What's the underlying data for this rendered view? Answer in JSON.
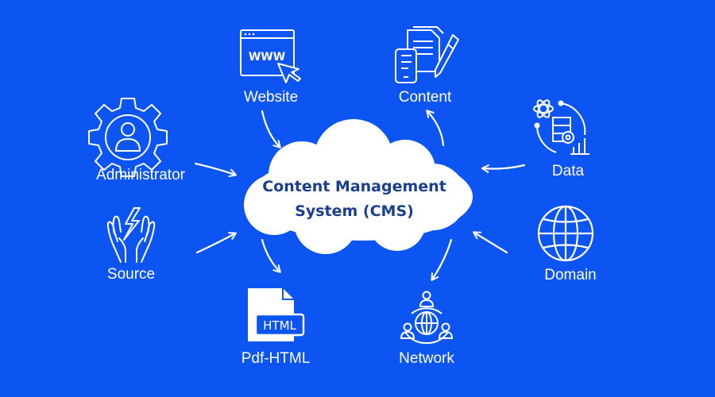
{
  "center": {
    "line1": "Content Management",
    "line2": "System (CMS)"
  },
  "nodes": {
    "website": "Website",
    "content": "Content",
    "administrator": "Administrator",
    "data": "Data",
    "source": "Source",
    "domain": "Domain",
    "pdf_html": "Pdf-HTML",
    "network": "Network"
  },
  "icon_text": {
    "www": "WWW",
    "html": "HTML"
  },
  "colors": {
    "background": "#0d55f2",
    "foreground": "#ffffff",
    "center_text": "#1a3f8f"
  }
}
